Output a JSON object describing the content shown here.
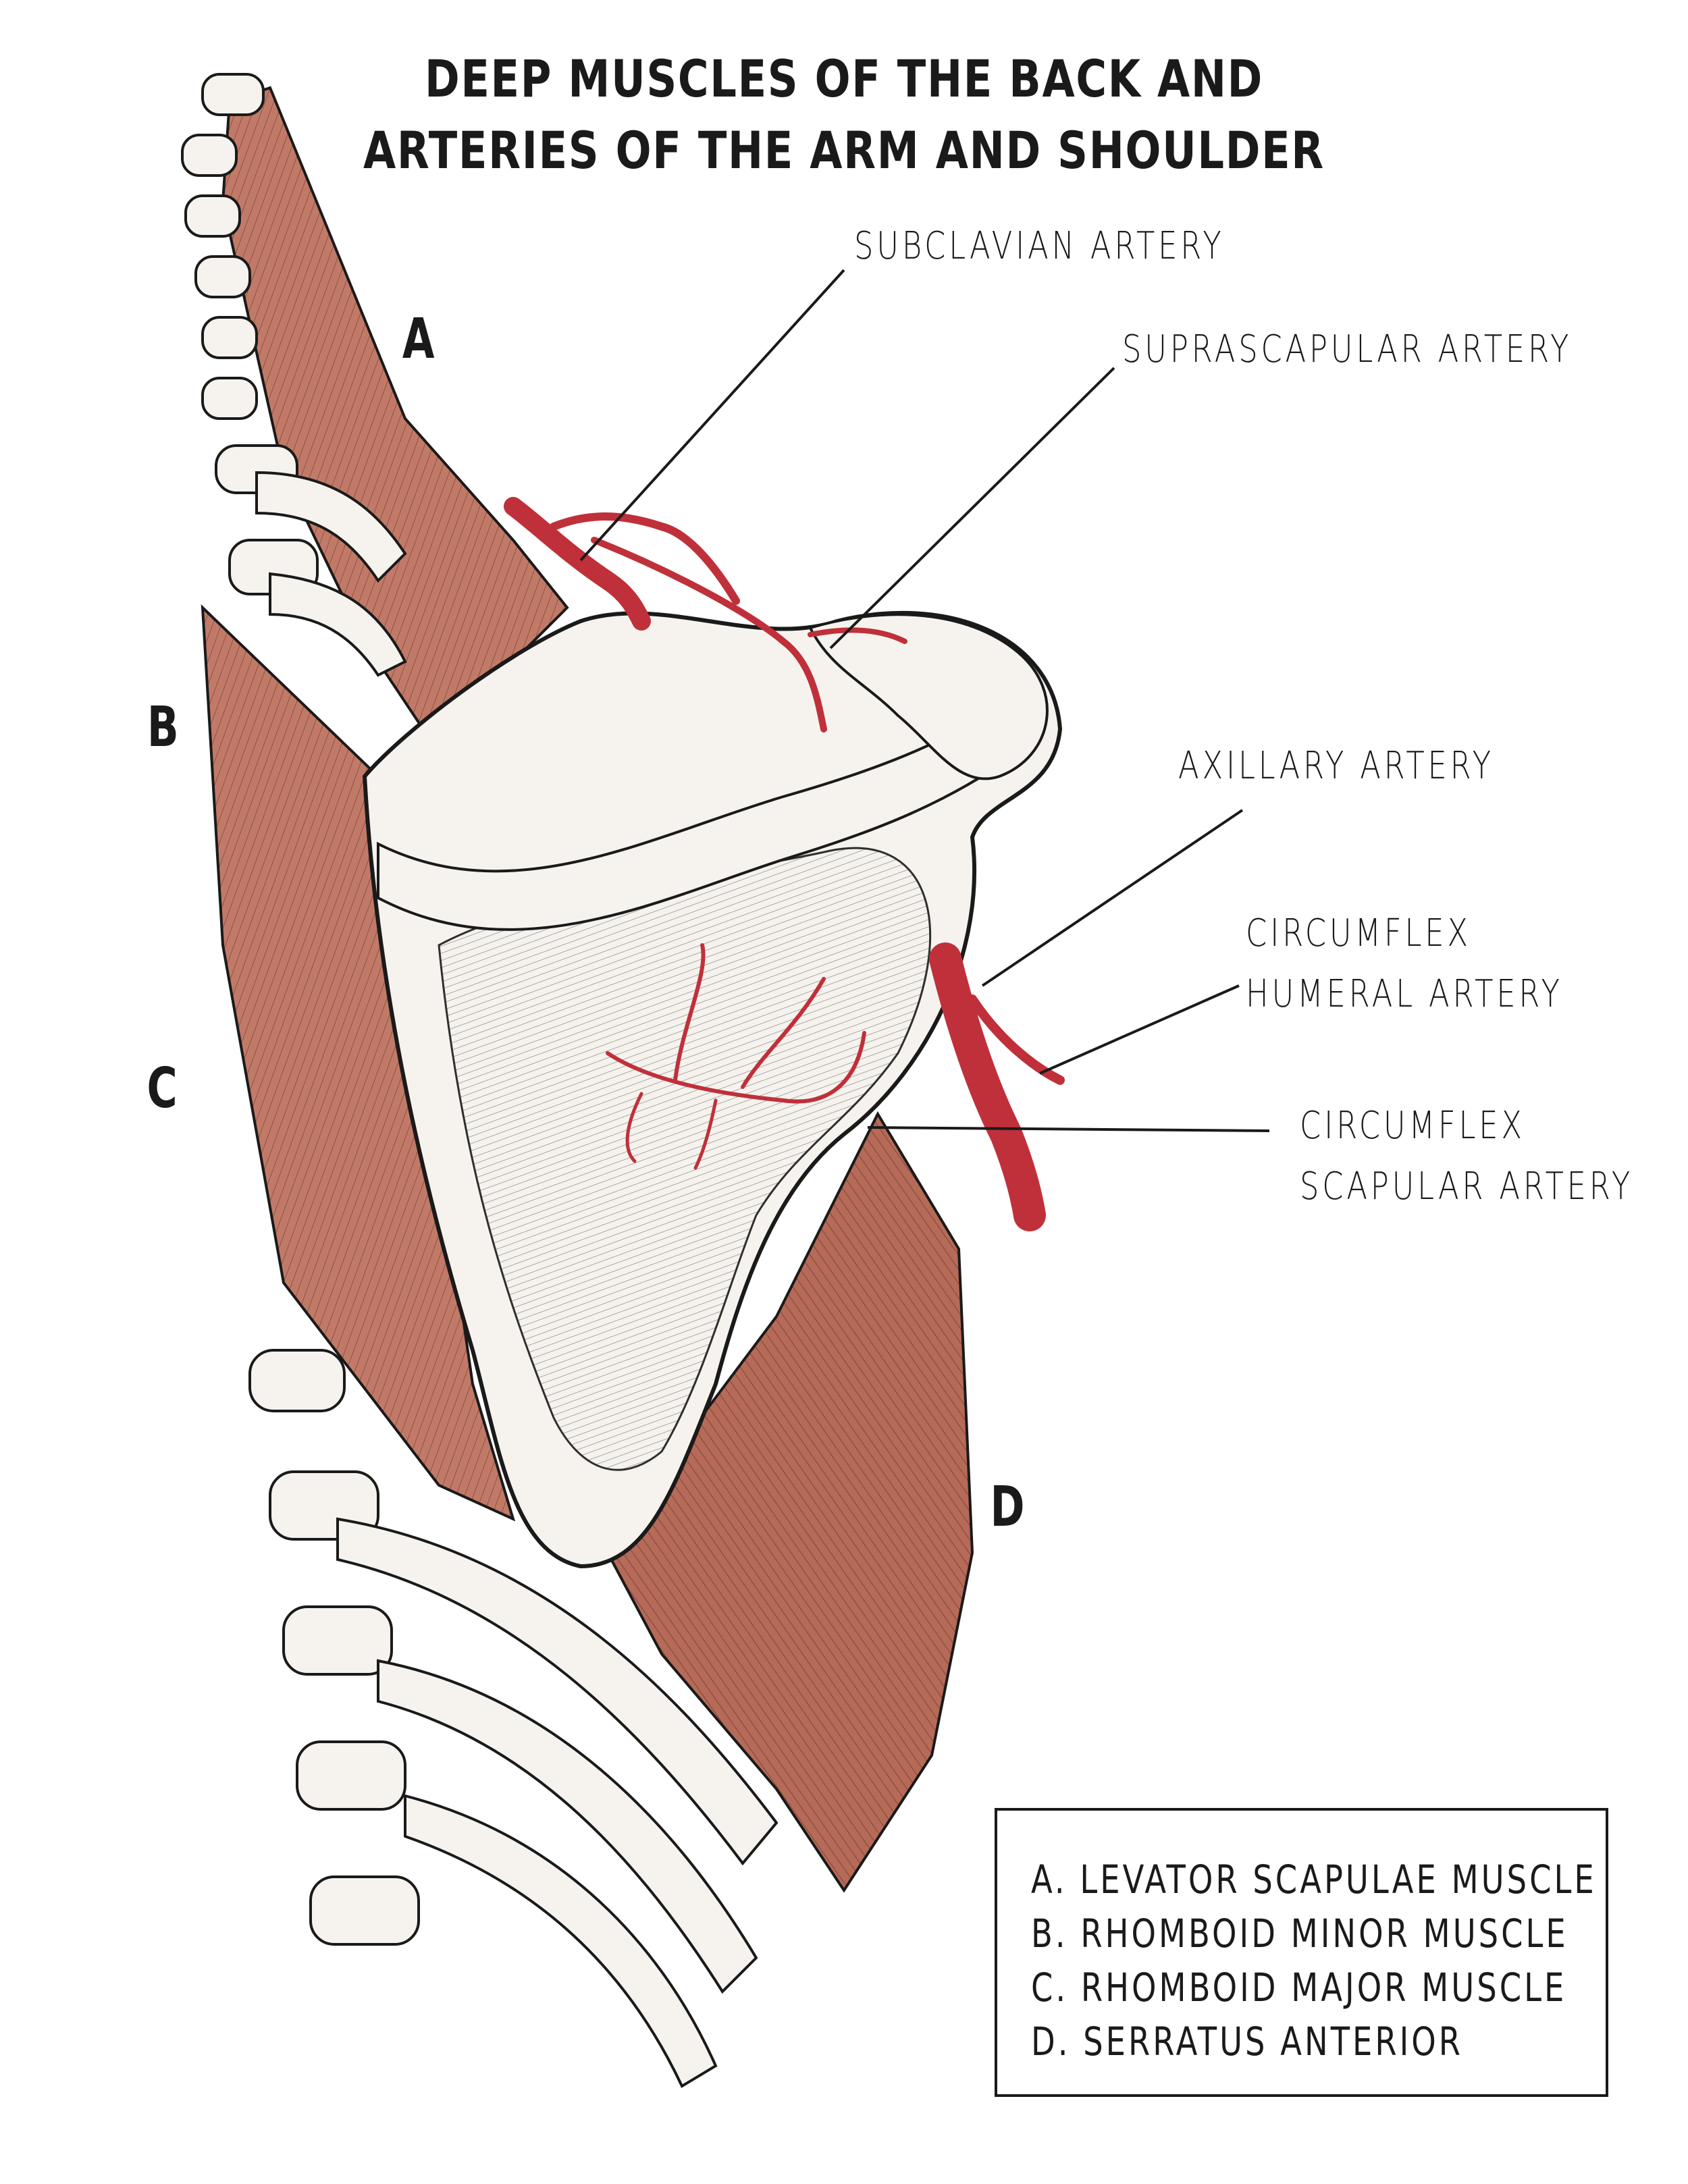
{
  "title": {
    "line1": "DEEP MUSCLES OF THE BACK AND",
    "line2": "ARTERIES OF THE ARM AND SHOULDER"
  },
  "callouts": {
    "subclavian": "SUBCLAVIAN ARTERY",
    "suprascapular": "SUPRASCAPULAR ARTERY",
    "axillary": "AXILLARY ARTERY",
    "circumflex_humeral_1": "CIRCUMFLEX",
    "circumflex_humeral_2": "HUMERAL ARTERY",
    "circumflex_scapular_1": "CIRCUMFLEX",
    "circumflex_scapular_2": "SCAPULAR ARTERY"
  },
  "letters": {
    "a": "A",
    "b": "B",
    "c": "C",
    "d": "D"
  },
  "legend": {
    "items": [
      "A. LEVATOR SCAPULAE MUSCLE",
      "B. RHOMBOID MINOR MUSCLE",
      "C. RHOMBOID MAJOR MUSCLE",
      "D. SERRATUS ANTERIOR"
    ]
  },
  "colors": {
    "muscle": "#b8695a",
    "artery": "#c0303a",
    "ink": "#1a1a1a",
    "bone": "#f6f3ee"
  }
}
